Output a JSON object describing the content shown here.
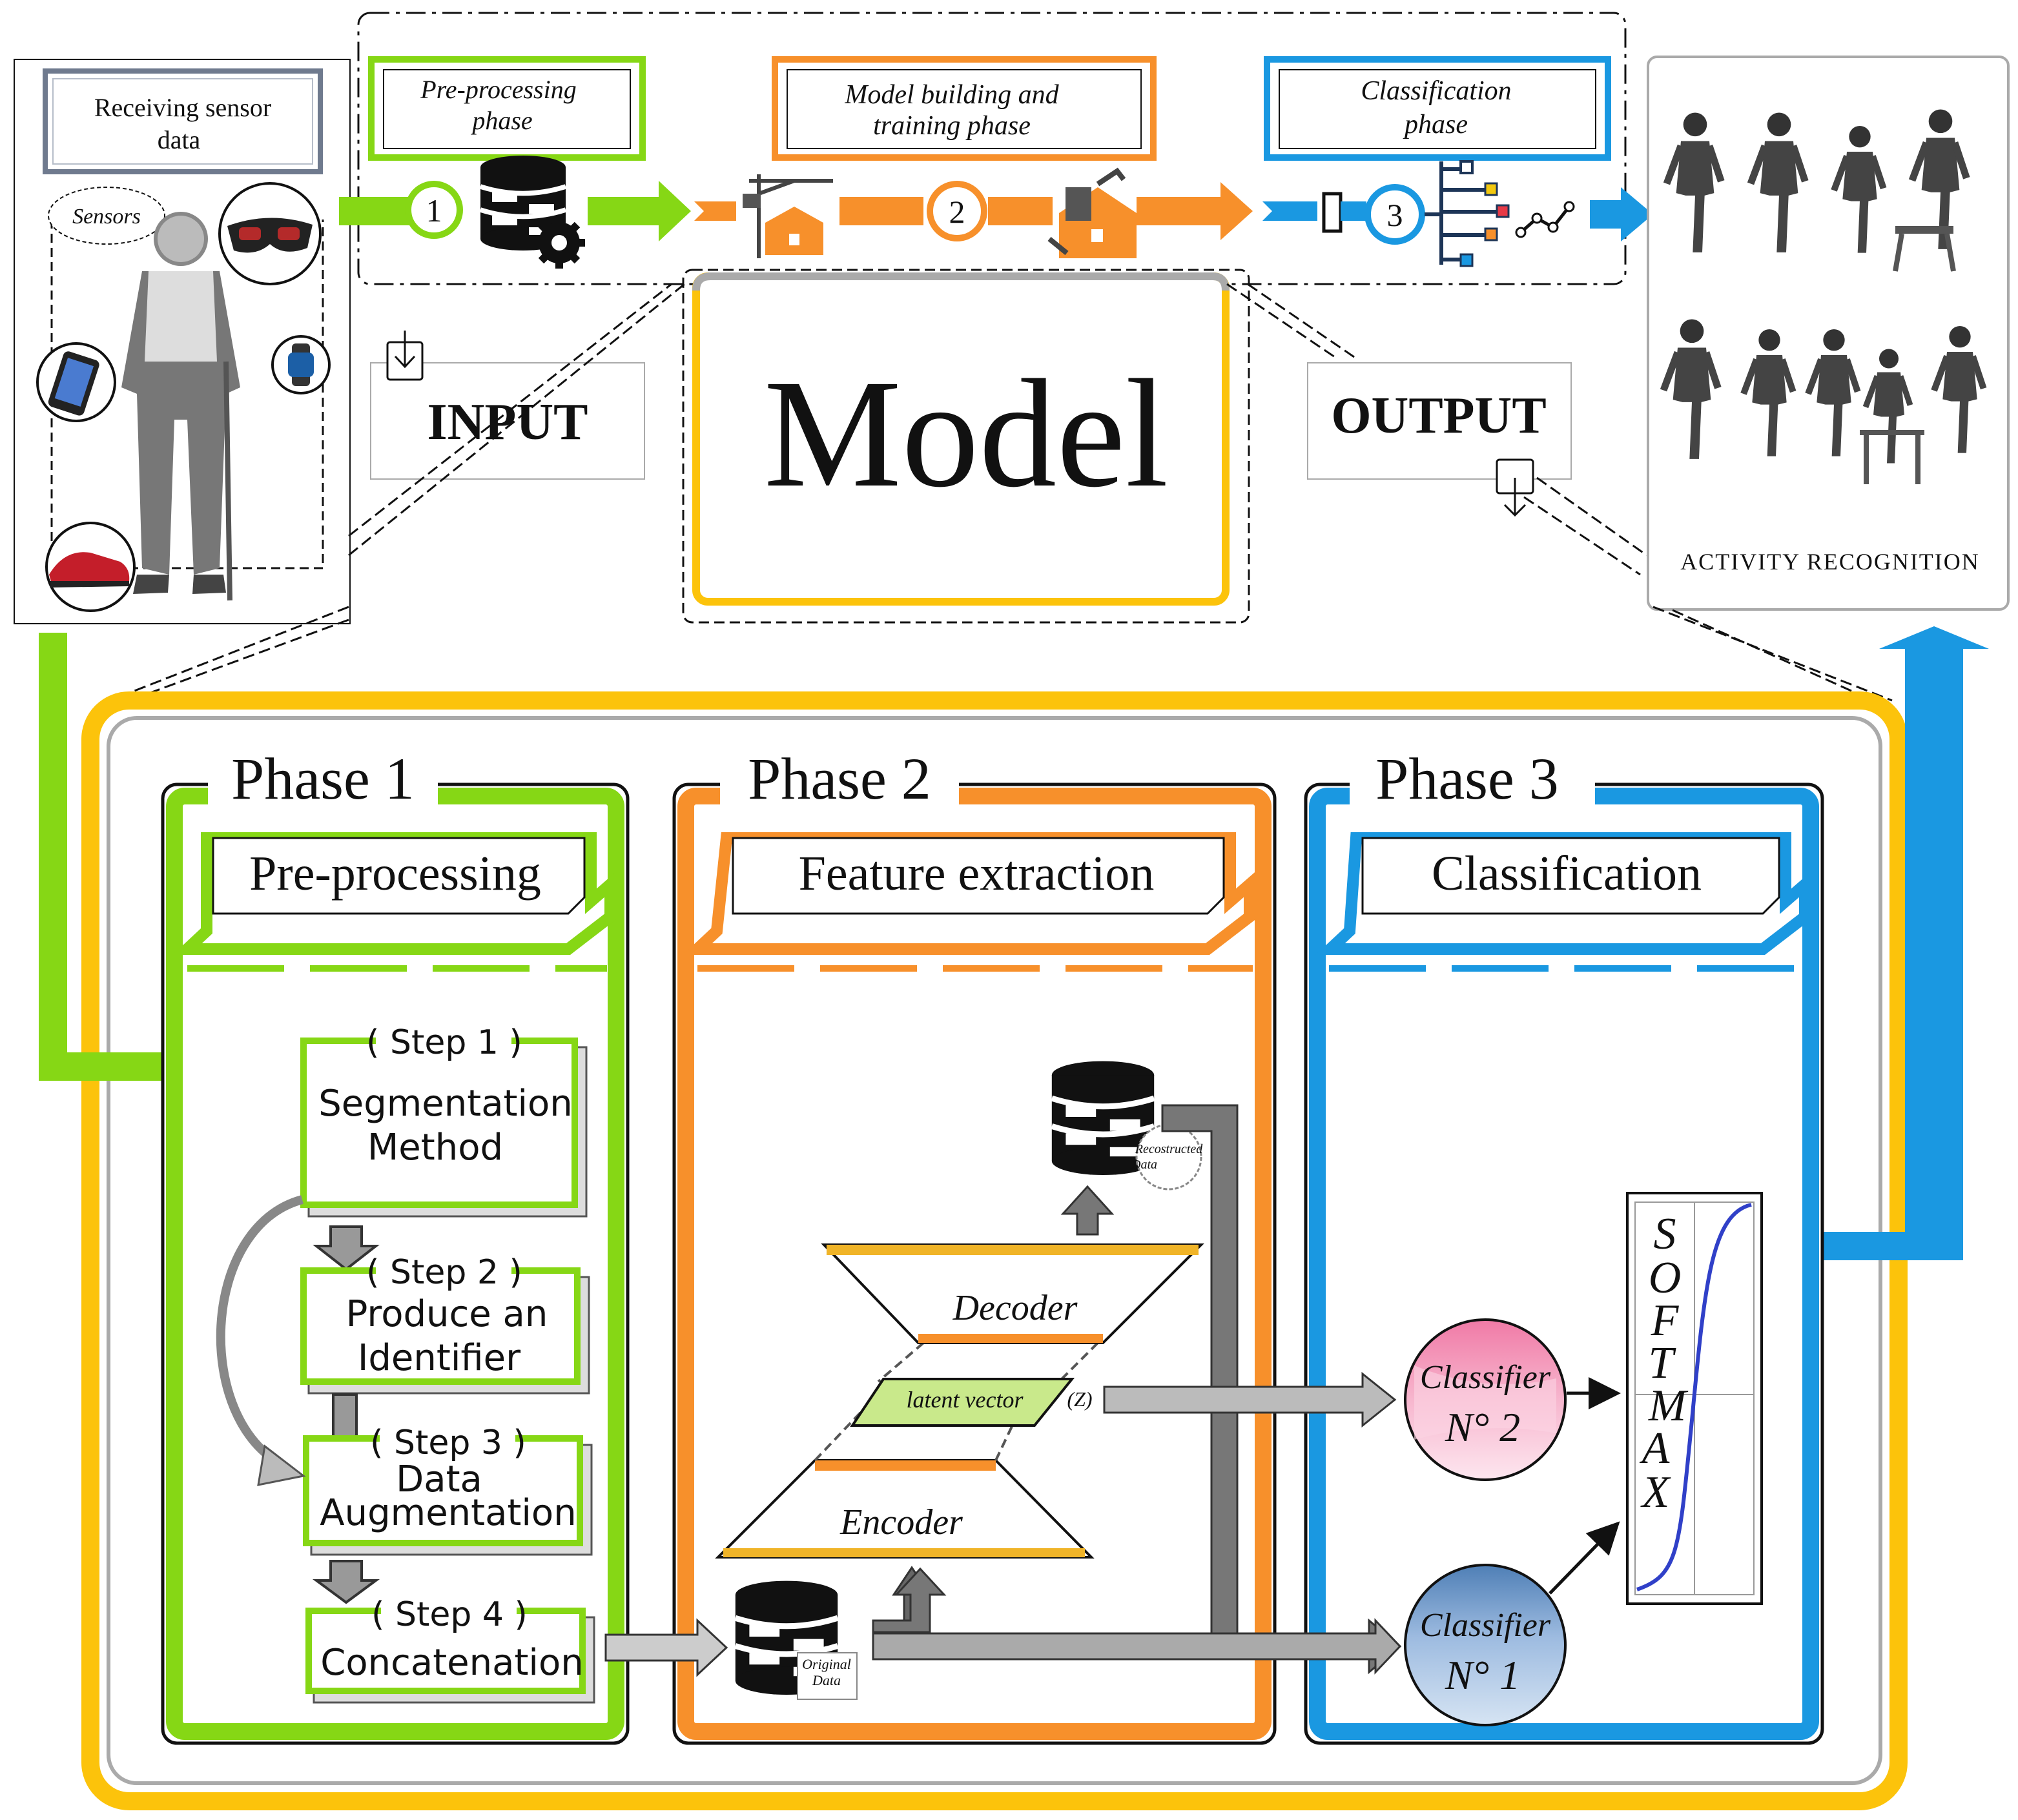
{
  "top": {
    "sensor_box_title": "Receiving sensor data",
    "sensor_box_title_lines": [
      "Receiving sensor",
      "data"
    ],
    "sensors_label": "Sensors",
    "phase_labels": [
      {
        "lines": [
          "Pre-processing",
          "phase"
        ],
        "number": "1",
        "color": "#86d715"
      },
      {
        "lines": [
          "Model building  and",
          "training phase"
        ],
        "number": "2",
        "color": "#f7902b"
      },
      {
        "lines": [
          "Classification",
          "phase"
        ],
        "number": "3",
        "color": "#1a98e1"
      }
    ],
    "input_label": "INPUT",
    "model_label": "Model",
    "output_label": "OUTPUT",
    "activity_label": "ACTIVITY RECOGNITION"
  },
  "phases": [
    {
      "title": "Phase 1",
      "subtitle": "Pre-processing",
      "color": "#86d715"
    },
    {
      "title": "Phase 2",
      "subtitle": "Feature extraction",
      "color": "#f7902b"
    },
    {
      "title": "Phase 3",
      "subtitle": "Classification",
      "color": "#1a98e1"
    }
  ],
  "steps": [
    {
      "tag": "( Step 1 )",
      "lines": [
        "Segmentation",
        "Method"
      ]
    },
    {
      "tag": "( Step 2 )",
      "lines": [
        "Produce an",
        "Identifier"
      ]
    },
    {
      "tag": "( Step 3 )",
      "lines": [
        "Data",
        "Augmentation"
      ]
    },
    {
      "tag": "( Step 4 )",
      "lines": [
        "Concatenation"
      ]
    }
  ],
  "autoencoder": {
    "decoder": "Decoder",
    "latent": "latent vector",
    "z": "(Z)",
    "encoder": "Encoder",
    "original_data": [
      "Original",
      "Data"
    ],
    "reconstructed_data": [
      "Recostructed",
      "Data"
    ]
  },
  "classifiers": [
    {
      "name": "Classifier",
      "number": "N° 2"
    },
    {
      "name": "Classifier",
      "number": "N° 1"
    }
  ],
  "softmax_letters": [
    "S",
    "O",
    "F",
    "T",
    "M",
    "A",
    "X"
  ],
  "colors": {
    "green": "#86d715",
    "orange": "#f7902b",
    "blue": "#1a98e1",
    "yellow": "#fcc30b",
    "gray": "#808080",
    "latent_fill": "#c9e98b",
    "classifier2": "#f49ab9",
    "classifier1": "#8fb2d8"
  }
}
